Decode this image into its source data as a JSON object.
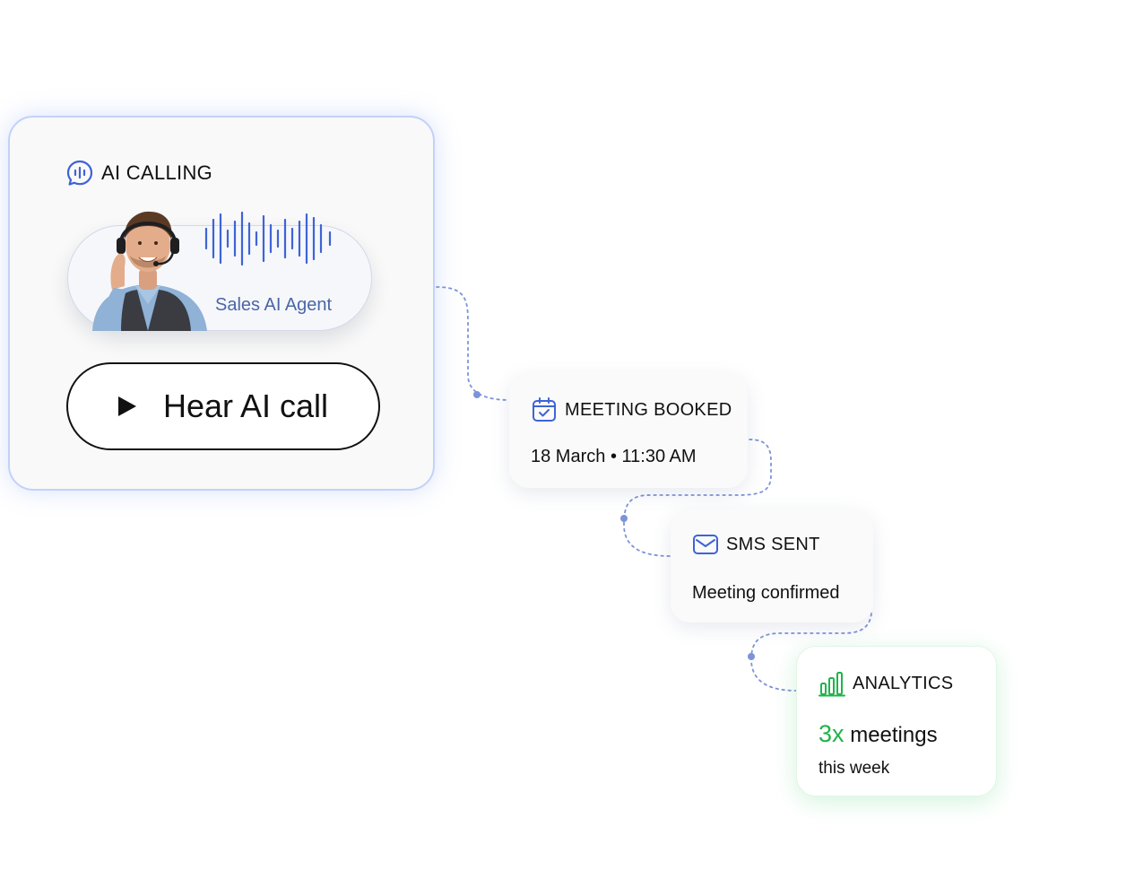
{
  "ai_calling": {
    "title": "AI CALLING",
    "agent_label": "Sales AI Agent",
    "button_label": "Hear AI call"
  },
  "meeting": {
    "title": "MEETING BOOKED",
    "date": "18 March",
    "separator": "•",
    "time": "11:30 AM"
  },
  "sms": {
    "title": "SMS SENT",
    "text": "Meeting confirmed"
  },
  "analytics": {
    "multiplier": "3x",
    "metric": "meetings",
    "title": "ANALYTICS",
    "period": "this week"
  },
  "icons": {
    "ai_calling": "chat-audio-icon",
    "meeting": "calendar-check-icon",
    "sms": "envelope-icon",
    "analytics": "bar-chart-icon",
    "play": "play-icon"
  },
  "colors": {
    "primary_blue": "#3f63d6",
    "agent_text": "#4a66a8",
    "card_border": "#c2d2f8",
    "analytics_green": "#1db44a",
    "connector": "#7d93d9"
  }
}
